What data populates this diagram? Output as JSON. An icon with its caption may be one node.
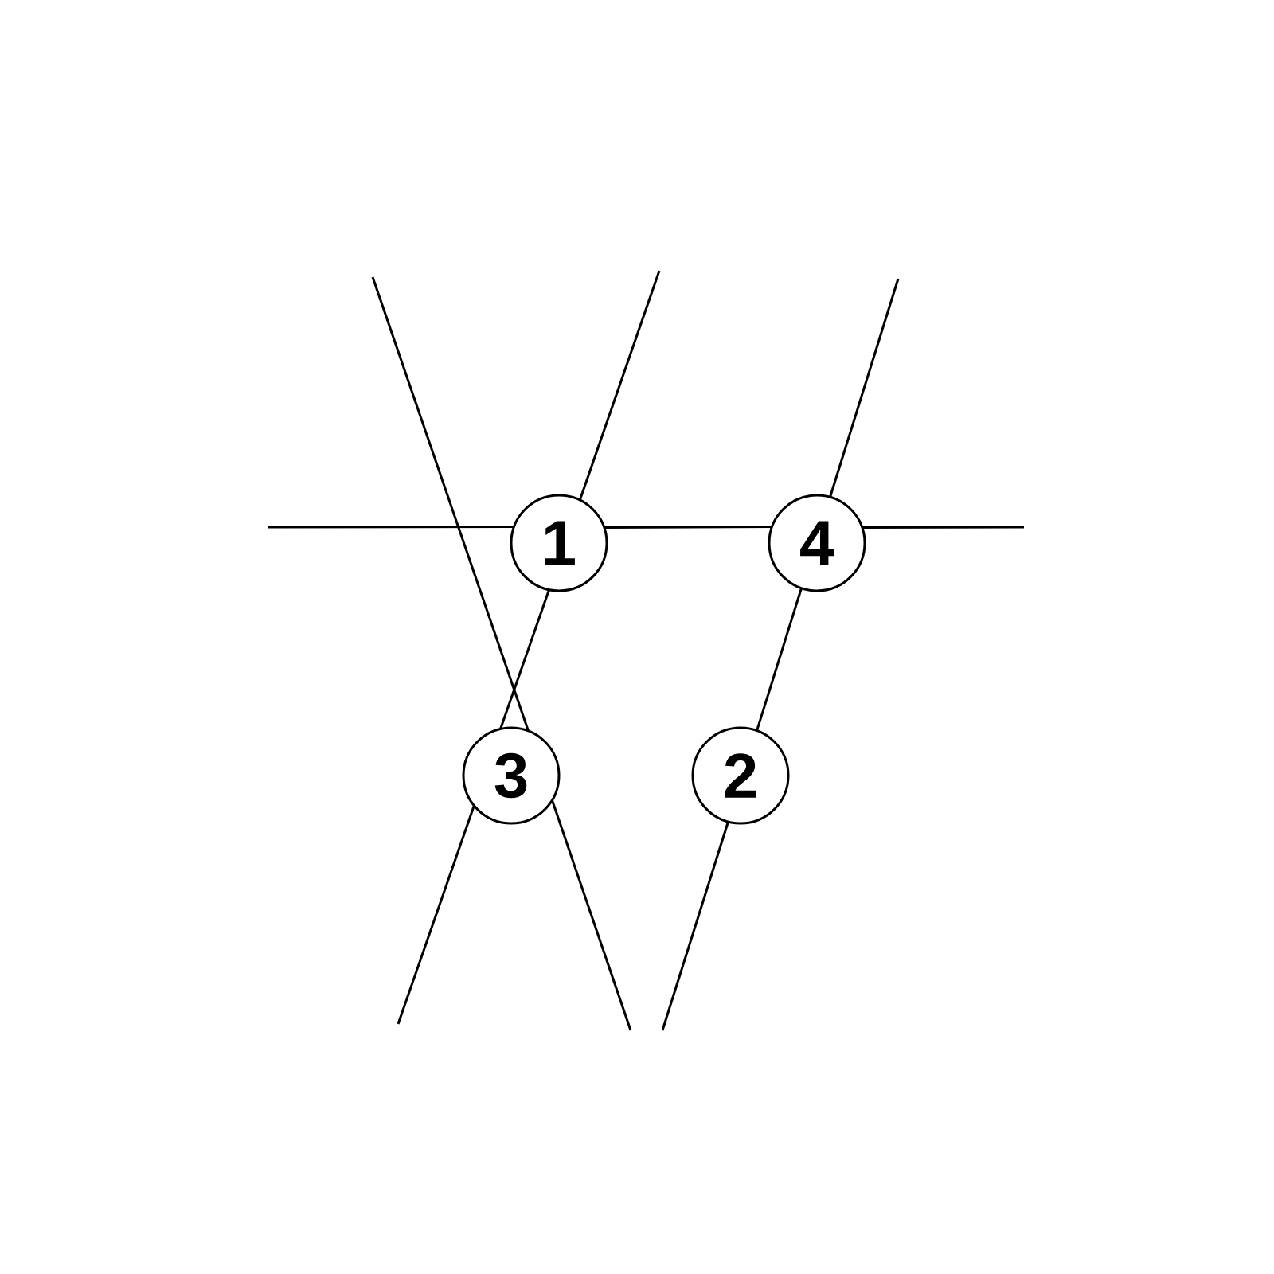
{
  "diagram": {
    "nodes": [
      {
        "text": [
          "1"
        ]
      },
      {
        "text": [
          "4"
        ]
      },
      {
        "text": [
          "3"
        ]
      },
      {
        "text": [
          "2"
        ]
      }
    ],
    "edges": [
      {
        "from": null,
        "to": 0,
        "arrow": "none"
      },
      {
        "from": 0,
        "to": 1,
        "arrow": "none"
      },
      {
        "from": 1,
        "to": null,
        "arrow": "none"
      },
      {
        "from": null,
        "to": 0,
        "arrow": "none"
      },
      {
        "from": 0,
        "to": 2,
        "arrow": "none"
      },
      {
        "from": 2,
        "to": null,
        "arrow": "none"
      },
      {
        "from": null,
        "to": 2,
        "arrow": "none"
      },
      {
        "from": 2,
        "to": null,
        "arrow": "none"
      },
      {
        "from": null,
        "to": 1,
        "arrow": "none"
      },
      {
        "from": 1,
        "to": 3,
        "arrow": "none"
      },
      {
        "from": 3,
        "to": null,
        "arrow": "none"
      }
    ]
  }
}
